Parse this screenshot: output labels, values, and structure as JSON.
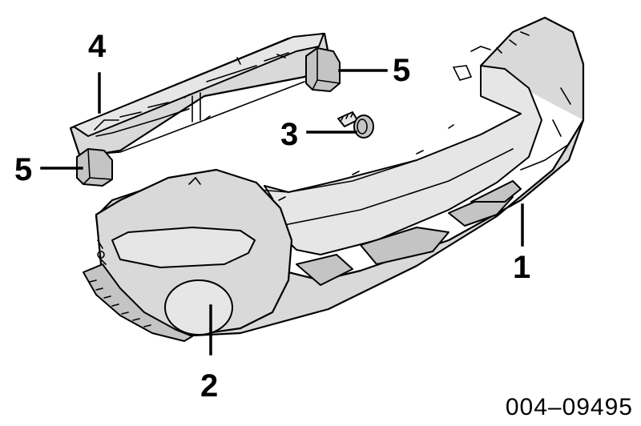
{
  "diagram": {
    "callouts": [
      {
        "id": "1",
        "label": "1"
      },
      {
        "id": "2",
        "label": "2"
      },
      {
        "id": "3",
        "label": "3"
      },
      {
        "id": "4",
        "label": "4"
      },
      {
        "id": "5a",
        "label": "5"
      },
      {
        "id": "5b",
        "label": "5"
      }
    ],
    "reference_code": "004–09495",
    "colors": {
      "part_fill": "#d9d9d9",
      "line": "#000000",
      "background": "#ffffff"
    }
  }
}
